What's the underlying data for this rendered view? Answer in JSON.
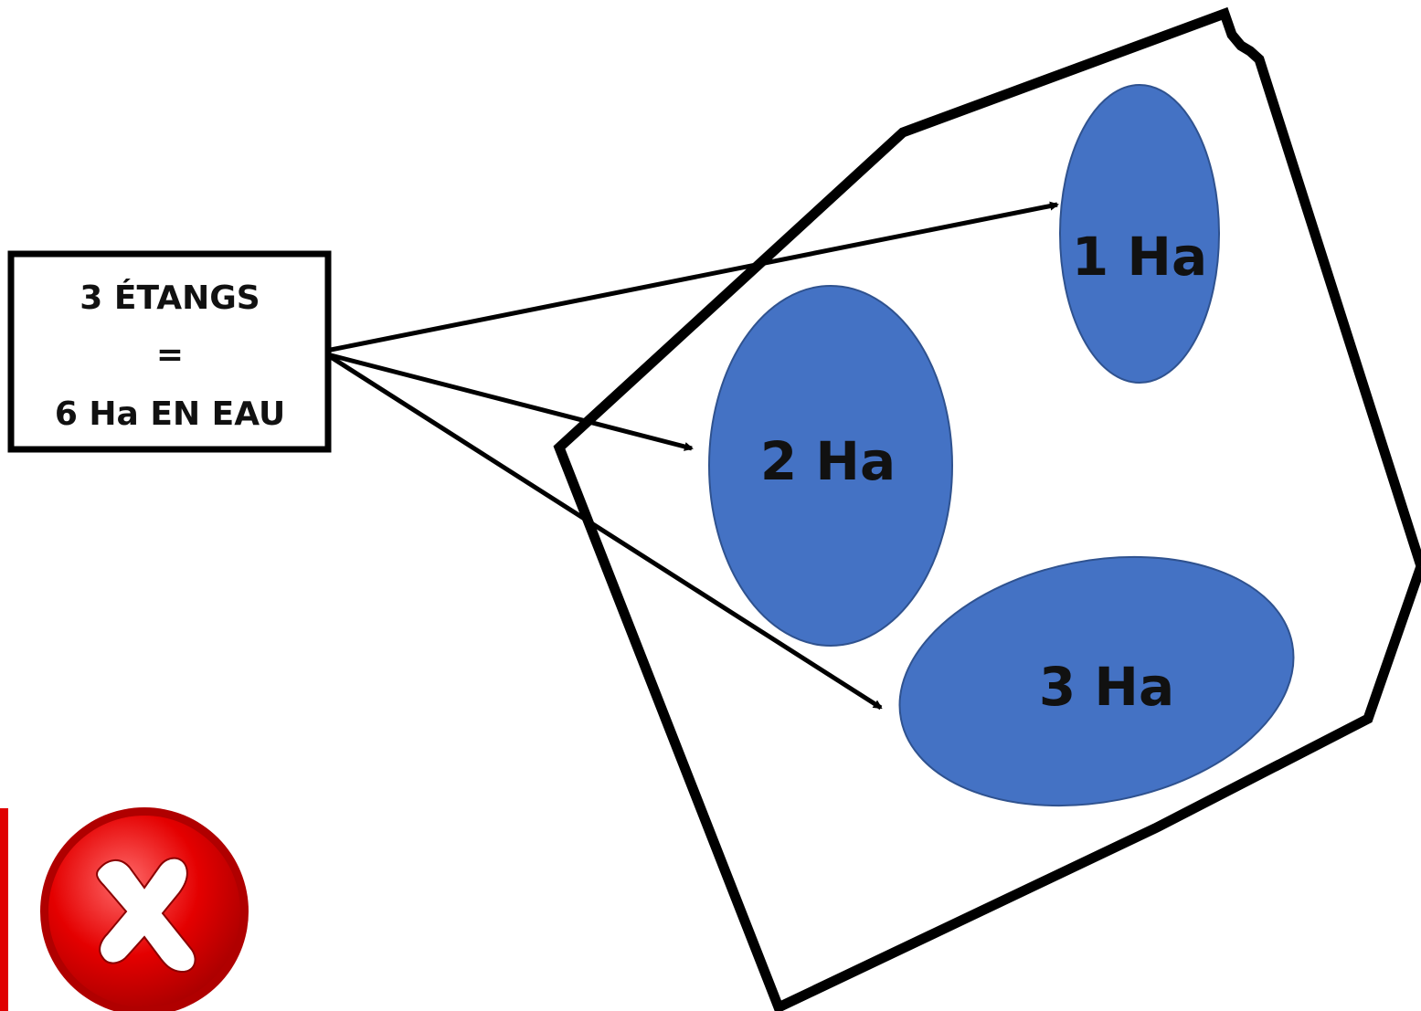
{
  "summary_box": {
    "line1": "3 ÉTANGS",
    "line2": "=",
    "line3": "6 Ha EN EAU"
  },
  "ponds": [
    {
      "id": "pond-1",
      "label": "1 Ha"
    },
    {
      "id": "pond-2",
      "label": "2 Ha"
    },
    {
      "id": "pond-3",
      "label": "3 Ha"
    }
  ],
  "colors": {
    "pond_fill": "#4472c4",
    "pond_stroke": "#2f528f",
    "outline": "#000000",
    "reject_red": "#e00000"
  },
  "icons": {
    "reject": "red-x-icon"
  }
}
